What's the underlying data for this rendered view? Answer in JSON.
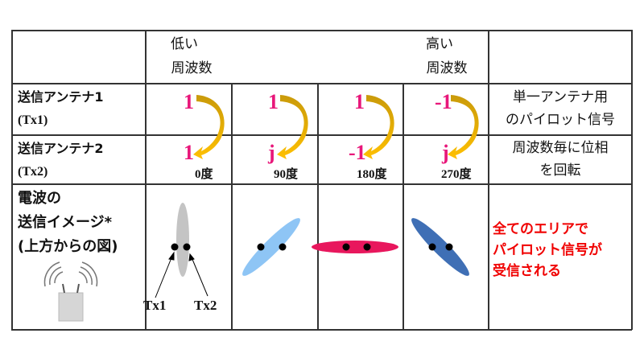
{
  "header": {
    "low_freq": [
      "低い",
      "周波数"
    ],
    "high_freq": [
      "高い",
      "周波数"
    ]
  },
  "rows": {
    "tx1_label": [
      "送信アンテナ1",
      "(Tx1)"
    ],
    "tx2_label": [
      "送信アンテナ2",
      "(Tx2)"
    ],
    "image_label": [
      "電波の",
      "送信イメージ*",
      "(上方からの図)"
    ]
  },
  "columns": [
    {
      "tx1": "1",
      "tx2": "1",
      "phase": "0度"
    },
    {
      "tx1": "1",
      "tx2": "j",
      "phase": "90度"
    },
    {
      "tx1": "1",
      "tx2": "-1",
      "phase": "180度"
    },
    {
      "tx1": "-1",
      "tx2": "j",
      "phase": "270度"
    }
  ],
  "notes": {
    "tx1": [
      "単一アンテナ用",
      "のパイロット信号"
    ],
    "tx2": [
      "周波数毎に位相",
      "を回転"
    ],
    "image": [
      "全てのエリアで",
      "パイロット信号が",
      "受信される"
    ]
  },
  "pattern_labels": {
    "tx1": "Tx1",
    "tx2": "Tx2"
  },
  "colors": {
    "number": "#e8177a",
    "arrow": "#f2b400",
    "note_red": "#f00000",
    "beam_gray": "#c4c4c4",
    "beam_light_blue": "#8ec5f5",
    "beam_pink": "#e8175d",
    "beam_dark_blue": "#3f6fb5"
  }
}
